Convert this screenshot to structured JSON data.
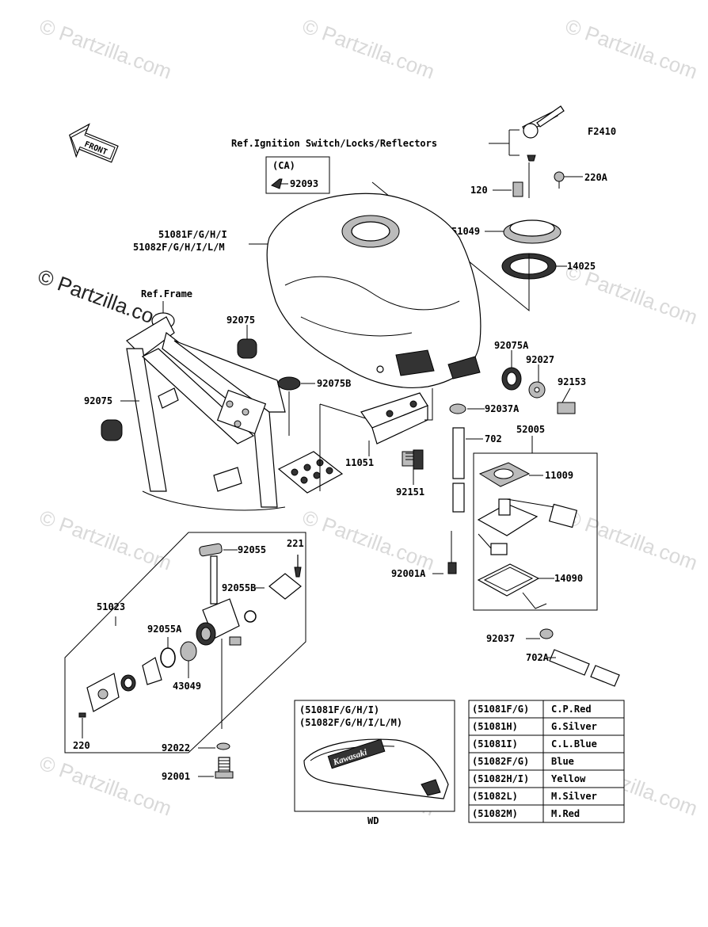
{
  "figure_code": "F2410",
  "watermark": "© Partzilla.com",
  "front_label": "FRONT",
  "ref_labels": {
    "ignition": "Ref.Ignition Switch/Locks/Reflectors",
    "frame": "Ref.Frame"
  },
  "ca_box": {
    "title": "(CA)",
    "part": "92093"
  },
  "tank_labels": [
    "51081F/G/H/I",
    "51082F/G/H/I/L/M"
  ],
  "parts": {
    "p120": "120",
    "p220A": "220A",
    "p51049": "51049",
    "p14025": "14025",
    "p92075_top": "92075",
    "p92075_left": "92075",
    "p92075A": "92075A",
    "p92027": "92027",
    "p92153": "92153",
    "p92075B": "92075B",
    "p92037A": "92037A",
    "p52005": "52005",
    "p702": "702",
    "p11009": "11009",
    "p11051": "11051",
    "p92151": "92151",
    "p92001A": "92001A",
    "p14090": "14090",
    "p92037": "92037",
    "p702A": "702A",
    "p92055": "92055",
    "p221": "221",
    "p92055B": "92055B",
    "p51023": "51023",
    "p92055A": "92055A",
    "p43049": "43049",
    "p220": "220",
    "p92022": "92022",
    "p92001": "92001"
  },
  "wd_box": {
    "lines": [
      "(51081F/G/H/I)",
      "(51082F/G/H/I/L/M)"
    ],
    "caption": "WD",
    "badge": "Kawasaki"
  },
  "color_table": [
    {
      "code": "(51081F/G)",
      "color": "C.P.Red"
    },
    {
      "code": "(51081H)",
      "color": "G.Silver"
    },
    {
      "code": "(51081I)",
      "color": "C.L.Blue"
    },
    {
      "code": "(51082F/G)",
      "color": "Blue"
    },
    {
      "code": "(51082H/I)",
      "color": "Yellow"
    },
    {
      "code": "(51082L)",
      "color": "M.Silver"
    },
    {
      "code": "(51082M)",
      "color": "M.Red"
    }
  ]
}
